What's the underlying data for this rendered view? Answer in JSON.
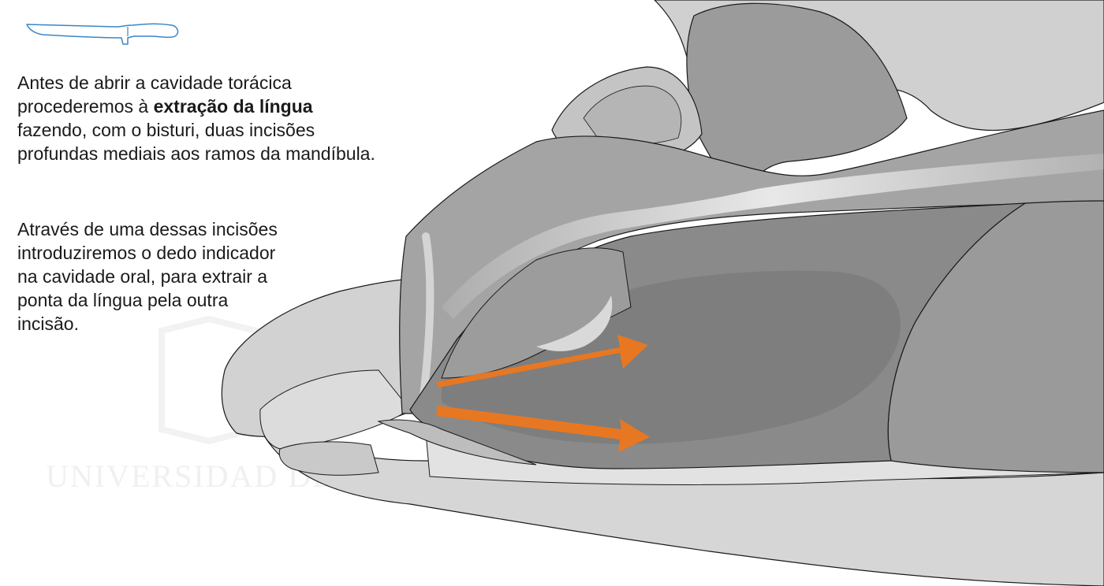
{
  "icons": {
    "knife": "knife-icon",
    "knife_color": "#3a86c8"
  },
  "paragraph_1": {
    "line_1": "Antes de abrir a cavidade torácica",
    "line_2_before": "procederemos à ",
    "line_2_bold": "extração da língua",
    "line_3": "fazendo, com o bisturi, duas incisões",
    "line_4": "profundas mediais aos ramos da mandíbula."
  },
  "paragraph_2": {
    "lines": [
      "Através de uma dessas incisões",
      "introduziremos o dedo indicador",
      "na cavidade oral, para extrair a",
      "ponta da língua pela outra",
      "incisão."
    ]
  },
  "watermark": {
    "text": "UNIVERSIDAD DE CORDOBA"
  },
  "colors": {
    "arrow": "#e87722",
    "tissue_light": "#d4d4d4",
    "tissue_mid": "#a6a6a6",
    "tissue_dark": "#7f7f7f"
  }
}
